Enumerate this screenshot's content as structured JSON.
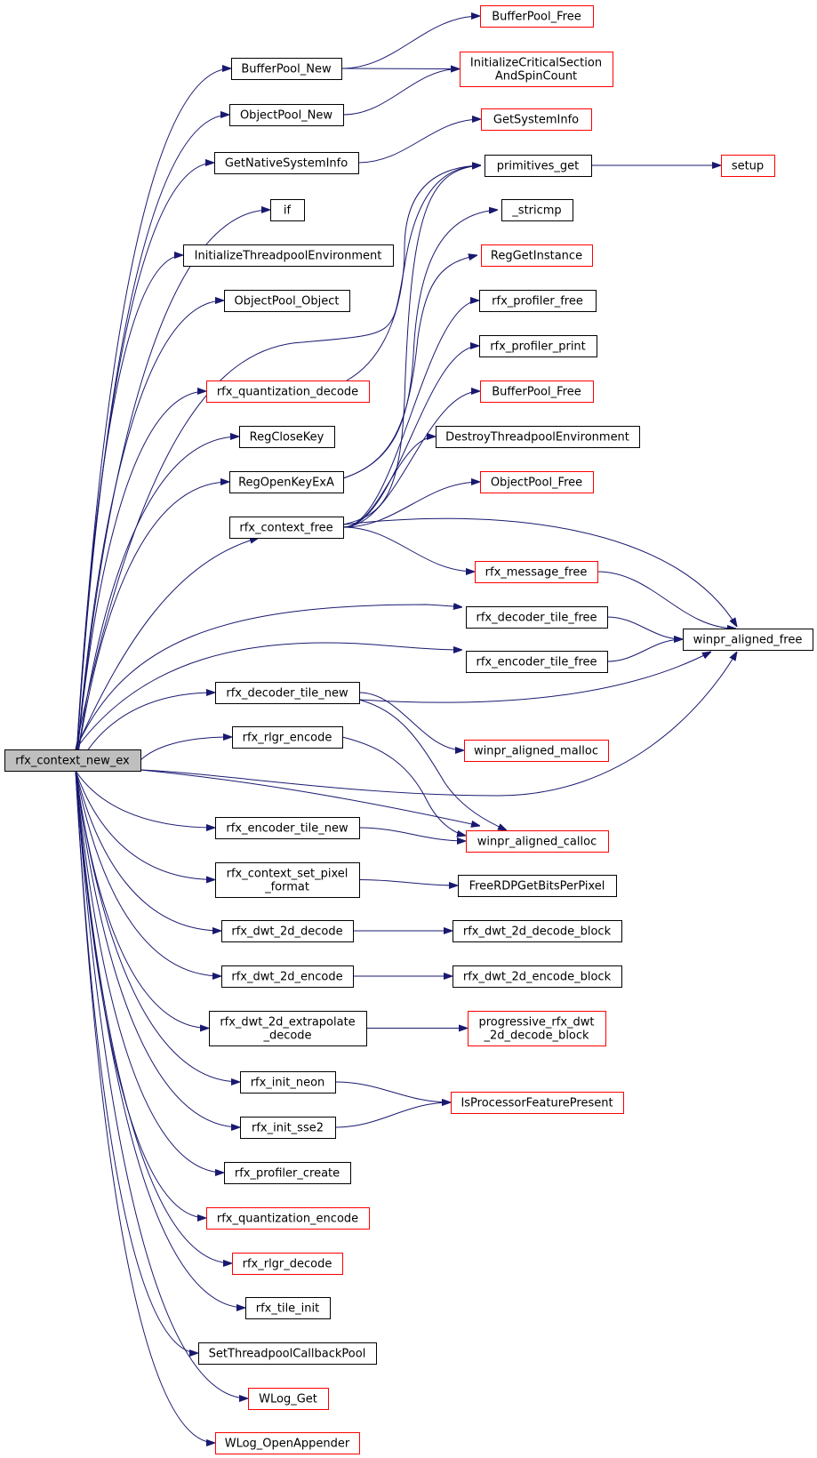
{
  "colors": {
    "edge": "#191970",
    "node_border_normal": "#000000",
    "node_border_truncated": "#ff0000",
    "root_fill": "#bfbfbf",
    "node_fill": "#ffffff"
  },
  "root": {
    "id": "root",
    "lines": [
      "rfx_context_new_ex"
    ]
  },
  "nodes": [
    {
      "id": "bp_free1",
      "lines": [
        "BufferPool_Free"
      ],
      "truncated": true
    },
    {
      "id": "bp_new",
      "lines": [
        "BufferPool_New"
      ],
      "truncated": false
    },
    {
      "id": "ics",
      "lines": [
        "InitializeCriticalSection",
        "AndSpinCount"
      ],
      "truncated": true
    },
    {
      "id": "op_new",
      "lines": [
        "ObjectPool_New"
      ],
      "truncated": false
    },
    {
      "id": "getsysinfo",
      "lines": [
        "GetSystemInfo"
      ],
      "truncated": true
    },
    {
      "id": "getnative",
      "lines": [
        "GetNativeSystemInfo"
      ],
      "truncated": false
    },
    {
      "id": "prim_get",
      "lines": [
        "primitives_get"
      ],
      "truncated": false
    },
    {
      "id": "setup",
      "lines": [
        "setup"
      ],
      "truncated": true
    },
    {
      "id": "if",
      "lines": [
        "if"
      ],
      "truncated": false
    },
    {
      "id": "stricmp",
      "lines": [
        "_stricmp"
      ],
      "truncated": false
    },
    {
      "id": "init_tp_env",
      "lines": [
        "InitializeThreadpoolEnvironment"
      ],
      "truncated": false
    },
    {
      "id": "reggetinst",
      "lines": [
        "RegGetInstance"
      ],
      "truncated": true
    },
    {
      "id": "op_object",
      "lines": [
        "ObjectPool_Object"
      ],
      "truncated": false
    },
    {
      "id": "prof_free",
      "lines": [
        "rfx_profiler_free"
      ],
      "truncated": false
    },
    {
      "id": "prof_print",
      "lines": [
        "rfx_profiler_print"
      ],
      "truncated": false
    },
    {
      "id": "quant_dec",
      "lines": [
        "rfx_quantization_decode"
      ],
      "truncated": true
    },
    {
      "id": "bp_free2",
      "lines": [
        "BufferPool_Free"
      ],
      "truncated": true
    },
    {
      "id": "regclose",
      "lines": [
        "RegCloseKey"
      ],
      "truncated": false
    },
    {
      "id": "destroy_tp",
      "lines": [
        "DestroyThreadpoolEnvironment"
      ],
      "truncated": false
    },
    {
      "id": "regopen",
      "lines": [
        "RegOpenKeyExA"
      ],
      "truncated": false
    },
    {
      "id": "op_free",
      "lines": [
        "ObjectPool_Free"
      ],
      "truncated": true
    },
    {
      "id": "ctx_free",
      "lines": [
        "rfx_context_free"
      ],
      "truncated": false
    },
    {
      "id": "msg_free",
      "lines": [
        "rfx_message_free"
      ],
      "truncated": true
    },
    {
      "id": "dec_tile_free",
      "lines": [
        "rfx_decoder_tile_free"
      ],
      "truncated": false
    },
    {
      "id": "aligned_free",
      "lines": [
        "winpr_aligned_free"
      ],
      "truncated": false
    },
    {
      "id": "enc_tile_free",
      "lines": [
        "rfx_encoder_tile_free"
      ],
      "truncated": false
    },
    {
      "id": "dec_tile_new",
      "lines": [
        "rfx_decoder_tile_new"
      ],
      "truncated": false
    },
    {
      "id": "rlgr_enc",
      "lines": [
        "rfx_rlgr_encode"
      ],
      "truncated": false
    },
    {
      "id": "aligned_malloc",
      "lines": [
        "winpr_aligned_malloc"
      ],
      "truncated": true
    },
    {
      "id": "enc_tile_new",
      "lines": [
        "rfx_encoder_tile_new"
      ],
      "truncated": false
    },
    {
      "id": "aligned_calloc",
      "lines": [
        "winpr_aligned_calloc"
      ],
      "truncated": true
    },
    {
      "id": "set_pixfmt",
      "lines": [
        "rfx_context_set_pixel",
        "_format"
      ],
      "truncated": false
    },
    {
      "id": "bpp",
      "lines": [
        "FreeRDPGetBitsPerPixel"
      ],
      "truncated": false
    },
    {
      "id": "dwt_dec",
      "lines": [
        "rfx_dwt_2d_decode"
      ],
      "truncated": false
    },
    {
      "id": "dwt_dec_blk",
      "lines": [
        "rfx_dwt_2d_decode_block"
      ],
      "truncated": false
    },
    {
      "id": "dwt_enc",
      "lines": [
        "rfx_dwt_2d_encode"
      ],
      "truncated": false
    },
    {
      "id": "dwt_enc_blk",
      "lines": [
        "rfx_dwt_2d_encode_block"
      ],
      "truncated": false
    },
    {
      "id": "dwt_extrap",
      "lines": [
        "rfx_dwt_2d_extrapolate",
        "_decode"
      ],
      "truncated": false
    },
    {
      "id": "prog_dwt",
      "lines": [
        "progressive_rfx_dwt",
        "_2d_decode_block"
      ],
      "truncated": true
    },
    {
      "id": "init_neon",
      "lines": [
        "rfx_init_neon"
      ],
      "truncated": false
    },
    {
      "id": "ispfp",
      "lines": [
        "IsProcessorFeaturePresent"
      ],
      "truncated": true
    },
    {
      "id": "init_sse2",
      "lines": [
        "rfx_init_sse2"
      ],
      "truncated": false
    },
    {
      "id": "prof_create",
      "lines": [
        "rfx_profiler_create"
      ],
      "truncated": false
    },
    {
      "id": "quant_enc",
      "lines": [
        "rfx_quantization_encode"
      ],
      "truncated": true
    },
    {
      "id": "rlgr_dec",
      "lines": [
        "rfx_rlgr_decode"
      ],
      "truncated": true
    },
    {
      "id": "tile_init",
      "lines": [
        "rfx_tile_init"
      ],
      "truncated": false
    },
    {
      "id": "set_tp_cb",
      "lines": [
        "SetThreadpoolCallbackPool"
      ],
      "truncated": false
    },
    {
      "id": "wlog_get",
      "lines": [
        "WLog_Get"
      ],
      "truncated": true
    },
    {
      "id": "wlog_open",
      "lines": [
        "WLog_OpenAppender"
      ],
      "truncated": true
    }
  ],
  "edges": [
    [
      "root",
      "bp_new"
    ],
    [
      "root",
      "op_new"
    ],
    [
      "root",
      "getnative"
    ],
    [
      "root",
      "if"
    ],
    [
      "root",
      "init_tp_env"
    ],
    [
      "root",
      "op_object"
    ],
    [
      "root",
      "prim_get"
    ],
    [
      "root",
      "quant_dec"
    ],
    [
      "root",
      "regclose"
    ],
    [
      "root",
      "regopen"
    ],
    [
      "root",
      "ctx_free"
    ],
    [
      "root",
      "dec_tile_free"
    ],
    [
      "root",
      "enc_tile_free"
    ],
    [
      "root",
      "dec_tile_new"
    ],
    [
      "root",
      "rlgr_enc"
    ],
    [
      "root",
      "aligned_free"
    ],
    [
      "root",
      "aligned_calloc"
    ],
    [
      "root",
      "enc_tile_new"
    ],
    [
      "root",
      "set_pixfmt"
    ],
    [
      "root",
      "dwt_dec"
    ],
    [
      "root",
      "dwt_enc"
    ],
    [
      "root",
      "dwt_extrap"
    ],
    [
      "root",
      "init_neon"
    ],
    [
      "root",
      "init_sse2"
    ],
    [
      "root",
      "prof_create"
    ],
    [
      "root",
      "quant_enc"
    ],
    [
      "root",
      "rlgr_dec"
    ],
    [
      "root",
      "tile_init"
    ],
    [
      "root",
      "set_tp_cb"
    ],
    [
      "root",
      "wlog_get"
    ],
    [
      "root",
      "wlog_open"
    ],
    [
      "bp_new",
      "bp_free1"
    ],
    [
      "bp_new",
      "ics"
    ],
    [
      "op_new",
      "ics"
    ],
    [
      "getnative",
      "getsysinfo"
    ],
    [
      "prim_get",
      "setup"
    ],
    [
      "quant_dec",
      "prim_get"
    ],
    [
      "regopen",
      "stricmp"
    ],
    [
      "regopen",
      "reggetinst"
    ],
    [
      "ctx_free",
      "prim_get"
    ],
    [
      "ctx_free",
      "prof_free"
    ],
    [
      "ctx_free",
      "prof_print"
    ],
    [
      "ctx_free",
      "bp_free2"
    ],
    [
      "ctx_free",
      "destroy_tp"
    ],
    [
      "ctx_free",
      "op_free"
    ],
    [
      "ctx_free",
      "msg_free"
    ],
    [
      "ctx_free",
      "aligned_free"
    ],
    [
      "msg_free",
      "aligned_free"
    ],
    [
      "dec_tile_free",
      "aligned_free"
    ],
    [
      "enc_tile_free",
      "aligned_free"
    ],
    [
      "dec_tile_new",
      "aligned_free"
    ],
    [
      "dec_tile_new",
      "aligned_malloc"
    ],
    [
      "dec_tile_new",
      "aligned_calloc"
    ],
    [
      "rlgr_enc",
      "aligned_calloc"
    ],
    [
      "enc_tile_new",
      "aligned_calloc"
    ],
    [
      "set_pixfmt",
      "bpp"
    ],
    [
      "dwt_dec",
      "dwt_dec_blk"
    ],
    [
      "dwt_enc",
      "dwt_enc_blk"
    ],
    [
      "dwt_extrap",
      "prog_dwt"
    ],
    [
      "init_neon",
      "ispfp"
    ],
    [
      "init_sse2",
      "ispfp"
    ]
  ]
}
